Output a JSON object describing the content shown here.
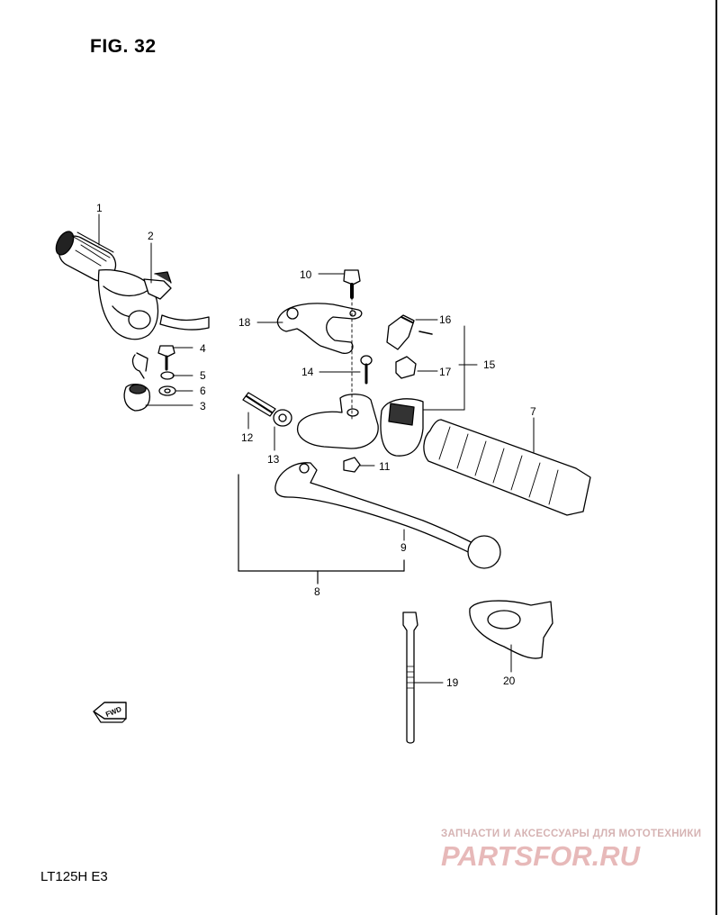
{
  "figure_title": "FIG. 32",
  "model_label": "LT125H  E3",
  "fwd_marker": "FWD",
  "watermark": {
    "line1": "ЗАПЧАСТИ И АКСЕССУАРЫ ДЛЯ МОТОТЕХНИКИ",
    "logo": "PARTSFOR.RU"
  },
  "callouts": [
    "1",
    "2",
    "3",
    "4",
    "5",
    "6",
    "7",
    "8",
    "9",
    "10",
    "11",
    "12",
    "13",
    "14",
    "15",
    "16",
    "17",
    "18",
    "19",
    "20"
  ],
  "colors": {
    "ink": "#000000",
    "shade": "#555555",
    "watermark": "#e7b9b9"
  }
}
